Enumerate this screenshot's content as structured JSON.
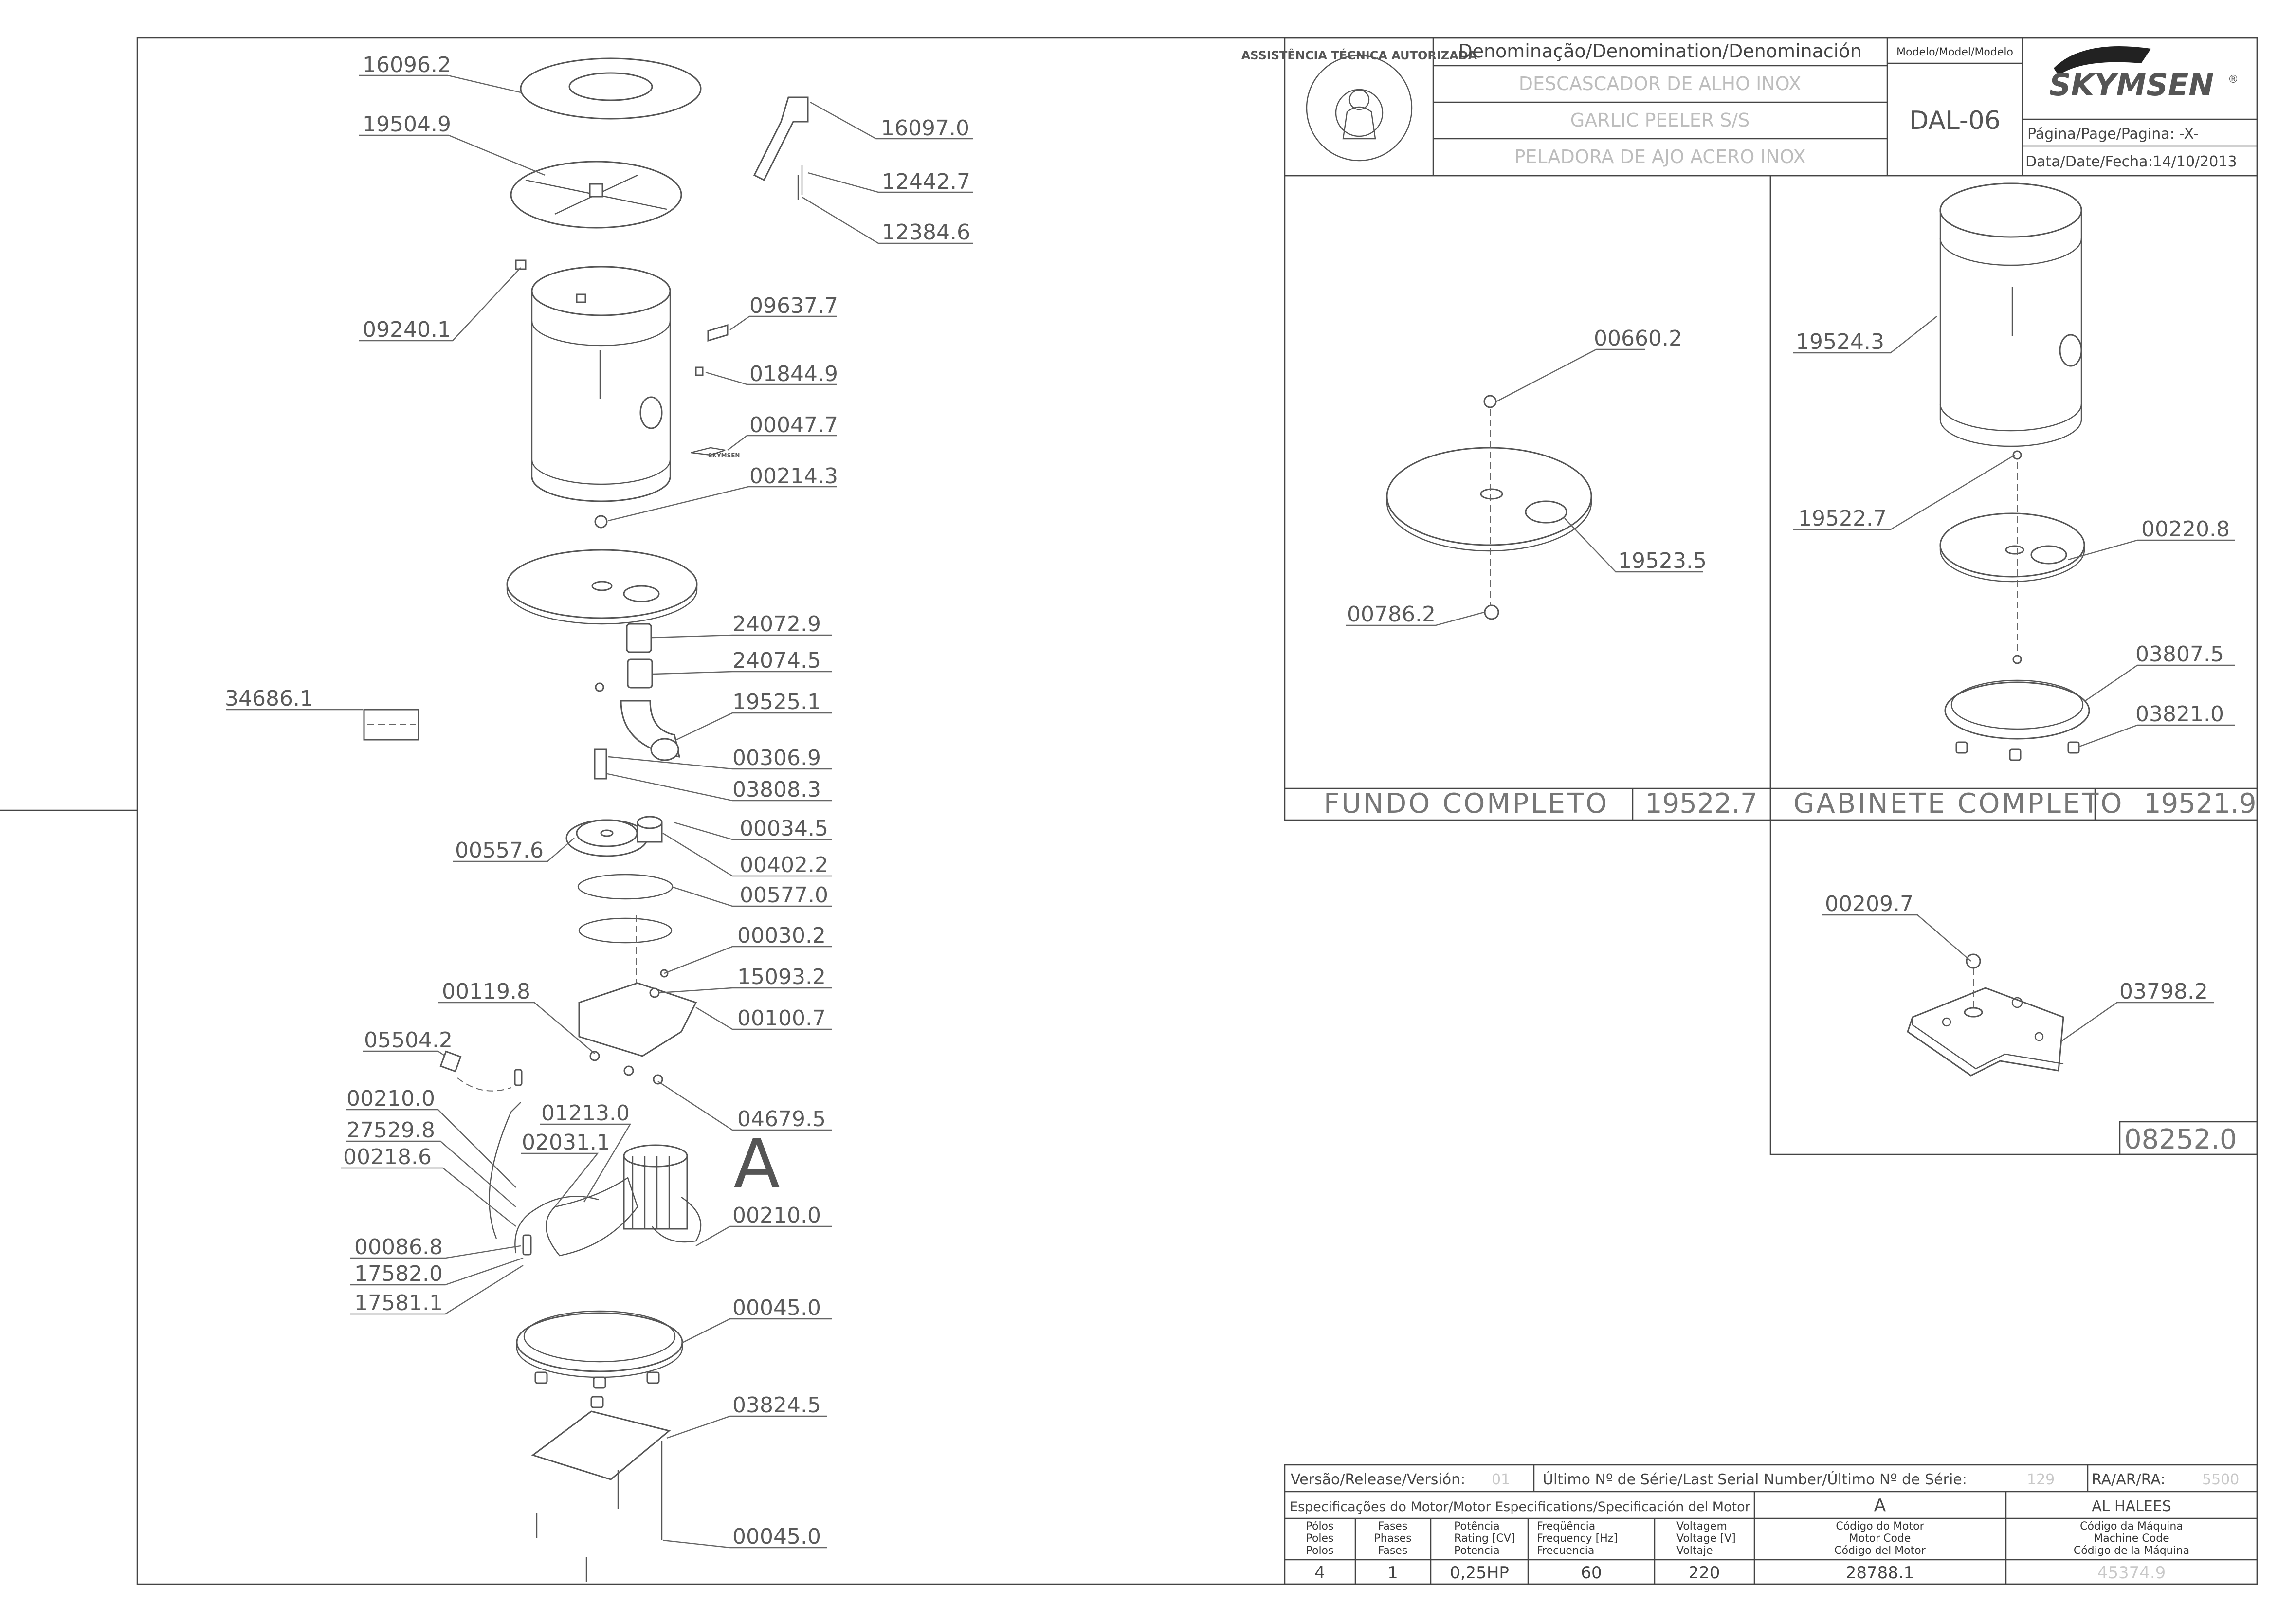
{
  "title_block": {
    "denomination_header": "Denominação/Denomination/Denominación",
    "name_pt": "DESCASCADOR DE ALHO INOX",
    "name_en": "GARLIC PEELER S/S",
    "name_es": "PELADORA DE AJO ACERO INOX",
    "model_header": "Modelo/Model/Modelo",
    "model": "DAL-06",
    "brand": "SKYMSEN",
    "brand_mark": "®",
    "page_label": "Página/Page/Pagina: -X-",
    "date_label": "Data/Date/Fecha:14/10/2013",
    "seal_text": "ASSISTÊNCIA TÉCNICA AUTORIZADA"
  },
  "sections": {
    "fundo": {
      "name": "FUNDO COMPLETO",
      "code": "19522.7"
    },
    "gabinete": {
      "name": "GABINETE COMPLETO",
      "code": "19521.9"
    },
    "base_code": "08252.0",
    "view_letter": "A"
  },
  "parts": {
    "main": [
      "16096.2",
      "19504.9",
      "16097.0",
      "12442.7",
      "12384.6",
      "09240.1",
      "09637.7",
      "01844.9",
      "00047.7",
      "00214.3",
      "24072.9",
      "24074.5",
      "34686.1",
      "19525.1",
      "00306.9",
      "03808.3",
      "00557.6",
      "00034.5",
      "00402.2",
      "00577.0",
      "00030.2",
      "15093.2",
      "00119.8",
      "00100.7",
      "05504.2",
      "04679.5",
      "00210.0",
      "27529.8",
      "01213.0",
      "02031.1",
      "00218.6",
      "00210.0",
      "00086.8",
      "17582.0",
      "17581.1",
      "00045.0",
      "03824.5",
      "00045.0"
    ],
    "fundo": [
      "00660.2",
      "19523.5",
      "00786.2"
    ],
    "gabinete": [
      "19524.3",
      "19522.7",
      "00220.8",
      "03807.5",
      "03821.0"
    ],
    "base": [
      "00209.7",
      "03798.2"
    ]
  },
  "footer": {
    "release_label": "Versão/Release/Versión:",
    "release_value": "01",
    "serial_label": "Último Nº de Série/Last Serial Number/Último Nº de Série:",
    "serial_value": "129",
    "ra_label": "RA/AR/RA:",
    "ra_value": "5500",
    "motor_spec_label": "Especificações do Motor/Motor Especifications/Specificación del Motor",
    "motor_letter": "A",
    "customer": "AL HALEES",
    "columns": [
      {
        "lines": [
          "Pólos",
          "Poles",
          "Polos"
        ],
        "value": "4"
      },
      {
        "lines": [
          "Fases",
          "Phases",
          "Fases"
        ],
        "value": "1"
      },
      {
        "lines": [
          "Potência",
          "Rating [CV]",
          "Potencia"
        ],
        "value": "0,25HP"
      },
      {
        "lines": [
          "Freqüência",
          "Frequency [Hz]",
          "Frecuencia"
        ],
        "value": "60"
      },
      {
        "lines": [
          "Voltagem",
          "Voltage [V]",
          "Voltaje"
        ],
        "value": "220"
      },
      {
        "lines": [
          "Código do Motor",
          "Motor Code",
          "Código del Motor"
        ],
        "value": "28788.1"
      },
      {
        "lines": [
          "Código da Máquina",
          "Machine Code",
          "Código de la Máquina"
        ],
        "value": "45374.9"
      }
    ]
  }
}
